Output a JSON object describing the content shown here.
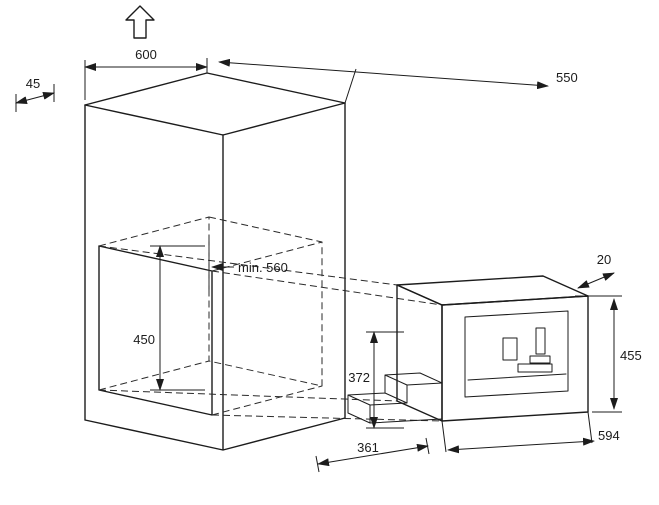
{
  "diagram": {
    "background": "#ffffff",
    "line_color": "#1c1c1c",
    "icons": [
      {
        "name": "up-arrow-icon"
      }
    ],
    "cabinet": {
      "dim_top": "600",
      "dim_depth": "550",
      "dim_side": "45",
      "dim_niche_height": "450",
      "dim_niche_min_depth": "min. 560"
    },
    "appliance": {
      "dim_top_gap": "20",
      "dim_height": "455",
      "dim_front_height": "372",
      "dim_width": "594",
      "dim_depth": "361"
    }
  }
}
